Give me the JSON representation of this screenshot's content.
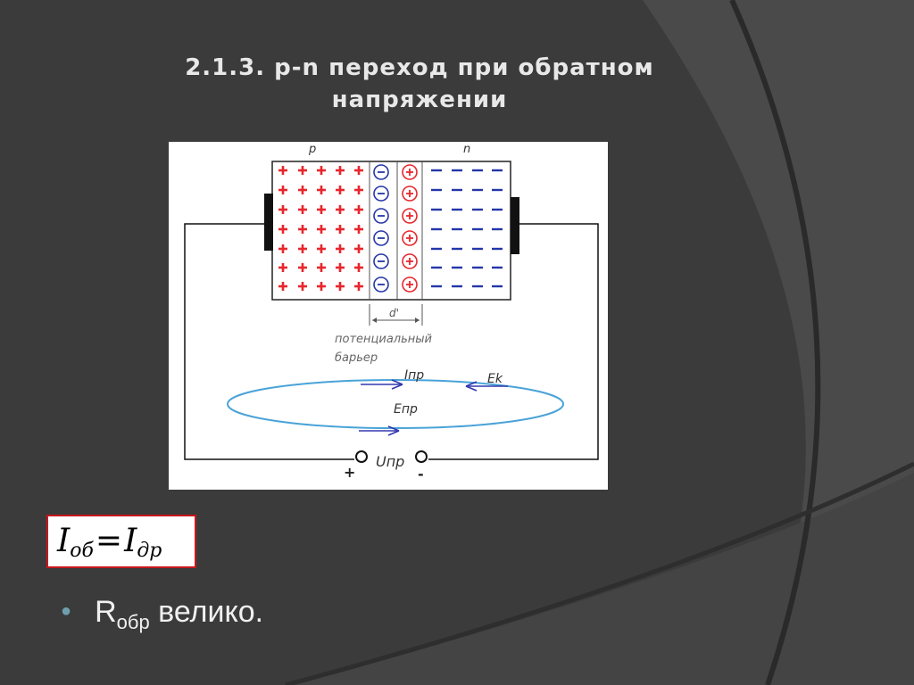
{
  "slide": {
    "title_line1": "2.1.3. p-n переход при обратном",
    "title_line2": "напряжении"
  },
  "diagram": {
    "label_p": "p",
    "label_n": "n",
    "label_d": "d'",
    "barrier_line1": "потенциальный",
    "barrier_line2": "барьер",
    "label_ipr": "Iпр",
    "label_ek": "Ek",
    "label_epr": "Eпр",
    "label_upr": "Uпр",
    "label_plus": "+",
    "label_minus": "-",
    "colors": {
      "positive": "#e8262d",
      "negative": "#2436a8",
      "loop": "#4aa3d8"
    }
  },
  "formula": {
    "lhs": "I",
    "lhs_sub": "об",
    "eq": "=",
    "rhs": "I",
    "rhs_sub": "др"
  },
  "bullet": {
    "symbol": "R",
    "symbol_sub": "обр",
    "text": " велико."
  }
}
